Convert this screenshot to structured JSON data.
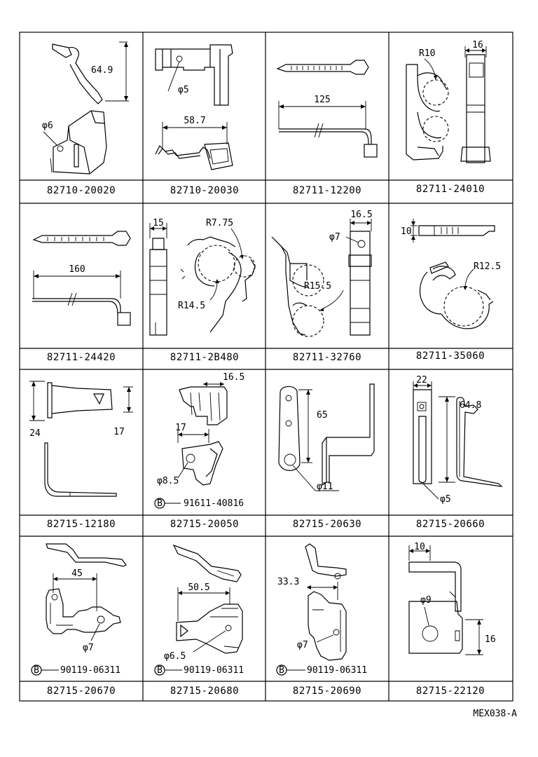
{
  "diagram_code": "MEX038-A",
  "cells": [
    {
      "part_number": "82710-20020",
      "dims": [
        "64.9",
        "φ6"
      ]
    },
    {
      "part_number": "82710-20030",
      "dims": [
        "φ5",
        "58.7"
      ]
    },
    {
      "part_number": "82711-12200",
      "dims": [
        "125"
      ]
    },
    {
      "part_number": "82711-24010",
      "dims": [
        "R10",
        "16"
      ]
    },
    {
      "part_number": "82711-24420",
      "dims": [
        "160"
      ]
    },
    {
      "part_number": "82711-2B480",
      "dims": [
        "15",
        "R7.75",
        "R14.5"
      ]
    },
    {
      "part_number": "82711-32760",
      "dims": [
        "16.5",
        "φ7",
        "R15.5"
      ]
    },
    {
      "part_number": "82711-35060",
      "dims": [
        "10",
        "R12.5"
      ]
    },
    {
      "part_number": "82715-12180",
      "dims": [
        "24",
        "17"
      ]
    },
    {
      "part_number": "82715-20050",
      "dims": [
        "16.5",
        "17",
        "φ8.5"
      ],
      "bolt_ref": "91611-40816"
    },
    {
      "part_number": "82715-20630",
      "dims": [
        "65",
        "φ11"
      ]
    },
    {
      "part_number": "82715-20660",
      "dims": [
        "22",
        "64.8",
        "φ5"
      ]
    },
    {
      "part_number": "82715-20670",
      "dims": [
        "45",
        "φ7"
      ],
      "bolt_ref": "90119-06311"
    },
    {
      "part_number": "82715-20680",
      "dims": [
        "50.5",
        "φ6.5"
      ],
      "bolt_ref": "90119-06311"
    },
    {
      "part_number": "82715-20690",
      "dims": [
        "33.3",
        "φ7"
      ],
      "bolt_ref": "90119-06311"
    },
    {
      "part_number": "82715-22120",
      "dims": [
        "10",
        "φ9",
        "16"
      ]
    }
  ],
  "bolt_marker": "B"
}
